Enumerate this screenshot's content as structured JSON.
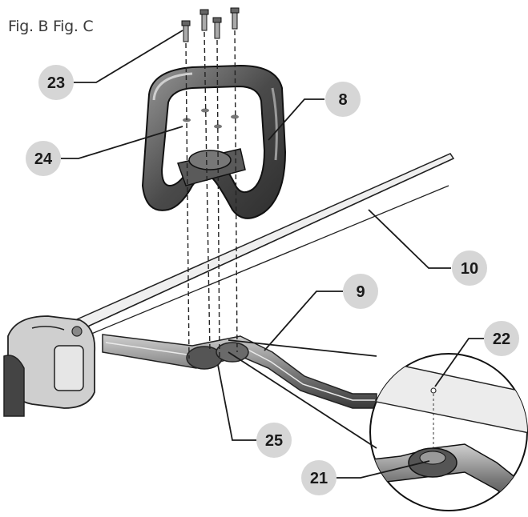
{
  "figure": {
    "title": "Fig. B Fig. C"
  },
  "callouts": [
    {
      "id": "c23",
      "label": "23"
    },
    {
      "id": "c8",
      "label": "8"
    },
    {
      "id": "c24",
      "label": "24"
    },
    {
      "id": "c10",
      "label": "10"
    },
    {
      "id": "c9",
      "label": "9"
    },
    {
      "id": "c22",
      "label": "22"
    },
    {
      "id": "c25",
      "label": "25"
    },
    {
      "id": "c21",
      "label": "21"
    }
  ],
  "colors": {
    "callout_fill": "#d6d6d6",
    "line": "#1a1a1a",
    "part_dark": "#3c3c3c",
    "part_mid": "#7a7a7a",
    "part_light": "#b8b8b8"
  }
}
